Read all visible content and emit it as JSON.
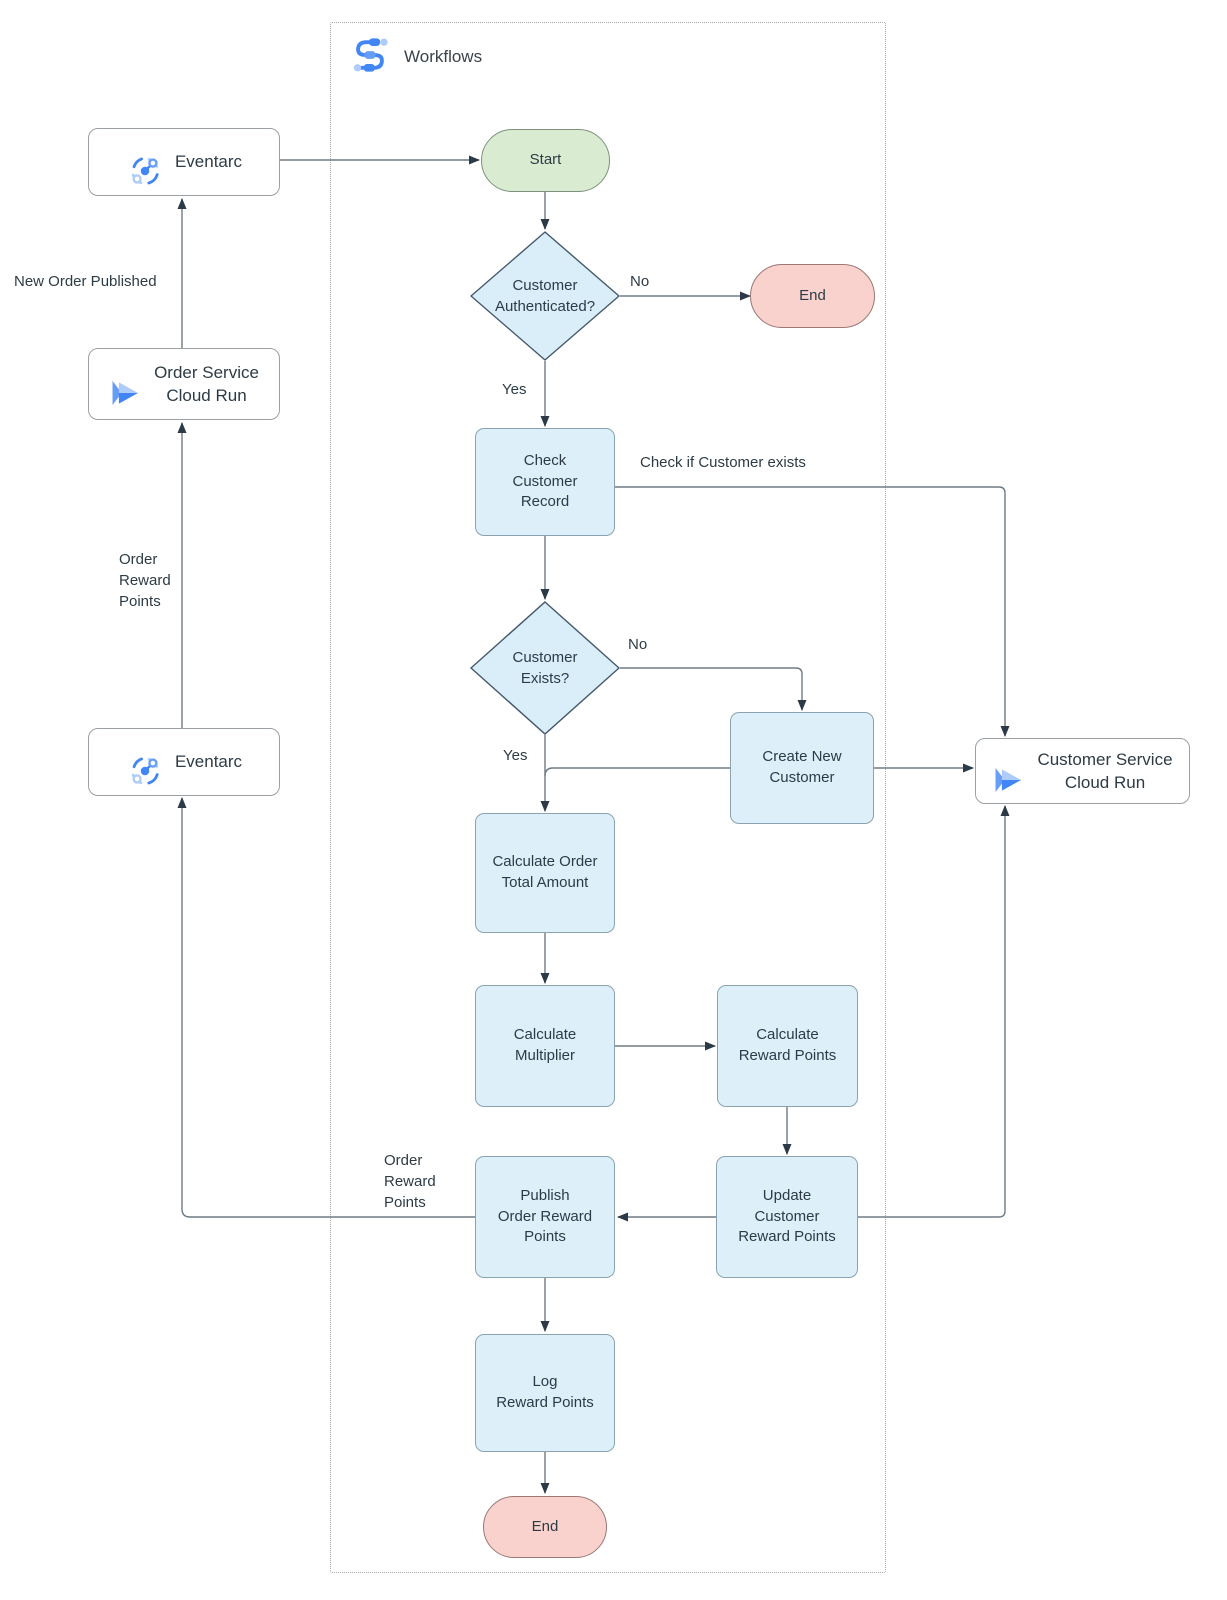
{
  "header": {
    "title": "Workflows"
  },
  "nodes": {
    "eventarc_top": {
      "label": "Eventarc"
    },
    "order_service": {
      "label": "Order Service\nCloud Run"
    },
    "eventarc_bottom": {
      "label": "Eventarc"
    },
    "customer_service": {
      "label": "Customer Service\nCloud Run"
    },
    "start": {
      "label": "Start"
    },
    "auth_decision": {
      "label": "Customer\nAuthenticated?"
    },
    "end_top": {
      "label": "End"
    },
    "check_customer_record": {
      "label": "Check\nCustomer\nRecord"
    },
    "customer_exists_decision": {
      "label": "Customer\nExists?"
    },
    "create_new_customer": {
      "label": "Create New\nCustomer"
    },
    "calculate_order_total": {
      "label": "Calculate Order\nTotal Amount"
    },
    "calculate_multiplier": {
      "label": "Calculate\nMultiplier"
    },
    "calculate_reward_points": {
      "label": "Calculate\nReward Points"
    },
    "update_customer_reward_points": {
      "label": "Update\nCustomer\nReward Points"
    },
    "publish_order_reward_points": {
      "label": "Publish\nOrder Reward\nPoints"
    },
    "log_reward_points": {
      "label": "Log\nReward Points"
    },
    "end_bottom": {
      "label": "End"
    }
  },
  "edge_labels": {
    "auth_no": "No",
    "auth_yes": "Yes",
    "check_if_customer_exists": "Check if Customer exists",
    "exists_no": "No",
    "exists_yes": "Yes",
    "new_order_published": "New Order Published",
    "order_reward_points_left": "Order\nReward\nPoints",
    "order_reward_points_publish": "Order\nReward\nPoints"
  },
  "icons": {
    "workflows": "workflows-icon",
    "eventarc": "eventarc-icon",
    "cloud_run": "cloud-run-icon"
  },
  "colors": {
    "process_fill": "#ddf0f9",
    "process_stroke": "#8ba3b1",
    "decision_fill": "#d9eef9",
    "decision_stroke": "#45586b",
    "start_fill": "#d9ecd2",
    "start_stroke": "#7d917c",
    "end_fill": "#f9d2ce",
    "end_stroke": "#9b7874",
    "edge_stroke": "#6f7b83",
    "arrow_fill": "#2c3a47",
    "icon_blue": "#4285f4",
    "icon_medium_blue": "#669df6",
    "icon_light_blue": "#aecbfa",
    "frame_border": "#a9a9a9"
  }
}
